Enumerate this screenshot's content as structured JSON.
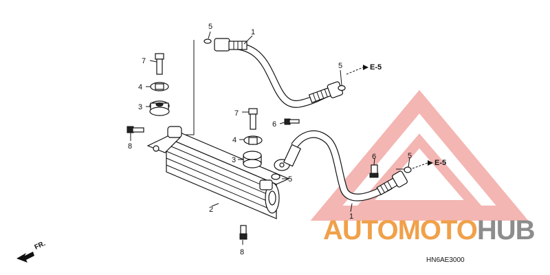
{
  "callouts": {
    "c1_top": "1",
    "c1_bottom": "1",
    "c2": "2",
    "c3_left": "3",
    "c3_mid": "3",
    "c4_left": "4",
    "c4_mid": "4",
    "c5_top": "5",
    "c5_topright": "5",
    "c5_mid": "5",
    "c5_right": "5",
    "c6_top": "6",
    "c6_right": "6",
    "c7_left": "7",
    "c7_mid": "7",
    "c8_left": "8",
    "c8_bottom": "8"
  },
  "refs": {
    "ref_upper": "E-5",
    "ref_lower": "E-5"
  },
  "front_label": "FR.",
  "diagram_code": "HN6AE3000",
  "watermark": {
    "part1": "AUTO",
    "part2": "MOTO",
    "part3": "HUB",
    "color_orange": "#f0a14a",
    "color_grey": "#8d8d8d",
    "triangle_color": "#f2aaa6"
  }
}
